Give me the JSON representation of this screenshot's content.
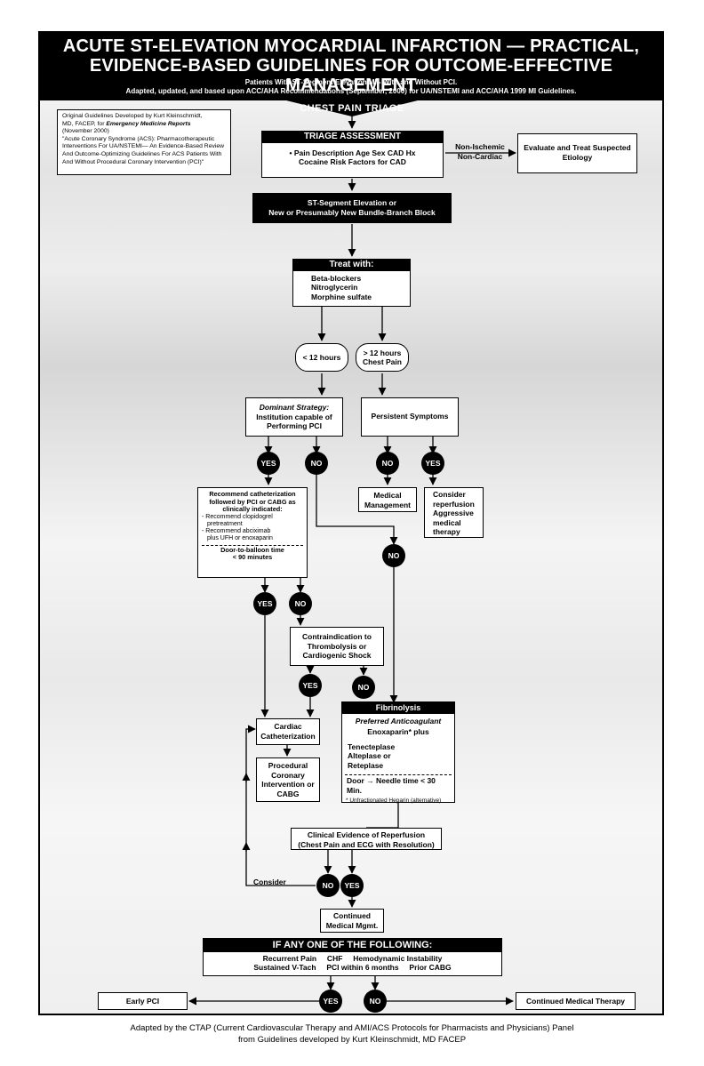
{
  "header": {
    "title_line1": "ACUTE ST-ELEVATION MYOCARDIAL INFARCTION — PRACTICAL,",
    "title_line2": "EVIDENCE-BASED GUIDELINES FOR OUTCOME-EFFECTIVE MANAGEMENT",
    "subtitle1": "Patients With ST-Segment Elevation MI - With and Without PCI.",
    "subtitle2": "Adapted, updated, and based upon ACC/AHA Recommendations (September, 2000) for UA/NSTEMI and ACC/AHA 1999 MI Guidelines."
  },
  "section_title": "CHEST PAIN TRIAGE",
  "original_note": {
    "line1": "Original Guidelines Developed by Kurt Kleinschmidt,",
    "line2a": "MD, FACEP, for ",
    "line2b": "Emergency Medicine Reports",
    "line3": "(November 2000)",
    "line4": "\"Acute Coronary Syndrome (ACS): Pharmacotherapeutic",
    "line5": "Interventions For UA/NSTEMI— An Evidence-Based Review",
    "line6": "And Outcome-Optimizing Guidelines For ACS Patients With",
    "line7": "And Without Procedural Coronary Intervention (PCI)\""
  },
  "triage": {
    "header": "TRIAGE ASSESSMENT",
    "line1": "•  Pain Description    Age    Sex    CAD Hx",
    "line2": "Cocaine    Risk Factors for CAD"
  },
  "non_ischemic": {
    "line1": "Non-Ischemic",
    "line2": "Non-Cardiac"
  },
  "evaluate": {
    "line1": "Evaluate and Treat Suspected",
    "line2": "Etiology"
  },
  "st_block": {
    "line1": "ST-Segment Elevation or",
    "line2": "New or Presumably New Bundle-Branch Block"
  },
  "treat": {
    "header": "Treat with:",
    "items": [
      "Beta-blockers",
      "Nitroglycerin",
      "Morphine sulfate"
    ]
  },
  "le12": {
    "line1": "< 12 hours"
  },
  "gt12": {
    "line1": "> 12 hours",
    "line2": "Chest Pain"
  },
  "dominant": {
    "line1": "Dominant Strategy:",
    "line2": "Institution capable of",
    "line3": "Performing PCI"
  },
  "persistent": "Persistent Symptoms",
  "medical_management": {
    "line1": "Medical",
    "line2": "Management"
  },
  "consider_reperfusion": {
    "lines": [
      "Consider",
      "reperfusion",
      "Aggressive",
      "medical",
      "therapy"
    ]
  },
  "recommend": {
    "line1": "Recommend catheterization",
    "line2": "followed by PCI or CABG as",
    "line3": "clinically indicated:",
    "b1a": "- Recommend clopidogrel",
    "b1b": "  pretreatment",
    "b2a": "- Recommend abciximab",
    "b2b": "  plus UFH or enoxaparin",
    "d1": "Door-to-balloon time",
    "d2": "< 90 minutes"
  },
  "contraindication": {
    "line1": "Contraindication to",
    "line2": "Thrombolysis or",
    "line3": "Cardiogenic Shock"
  },
  "cardiac_cath": {
    "line1": "Cardiac",
    "line2": "Catheterization"
  },
  "procedural": {
    "lines": [
      "Procedural",
      "Coronary",
      "Intervention or",
      "CABG"
    ]
  },
  "fibrinolysis": {
    "header": "Fibrinolysis",
    "preferred": "Preferred Anticoagulant",
    "enox": "Enoxaparin* plus",
    "drugs": [
      "Tenecteplase",
      "Alteplase or",
      "Reteplase"
    ],
    "door": "Door → Needle  time < 30 Min.",
    "footnote": "* Unfractionated Heparin (alternative)"
  },
  "clinical": {
    "line1": "Clinical Evidence of Reperfusion",
    "line2": "(Chest Pain and ECG with Resolution)"
  },
  "consider": "Consider",
  "continued": {
    "line1": "Continued",
    "line2": "Medical Mgmt."
  },
  "any_one": {
    "header": "IF ANY ONE OF THE FOLLOWING:",
    "line1": "Recurrent Pain     CHF     Hemodynamic Instability",
    "line2": "Sustained V-Tach     PCI within 6 months     Prior CABG"
  },
  "early_pci": "Early PCI",
  "continued_therapy": "Continued Medical Therapy",
  "yes": "YES",
  "no": "NO",
  "credit": {
    "line1": "Adapted by the CTAP (Current Cardiovascular Therapy and AMI/ACS Protocols for Pharmacists and Physicians) Panel",
    "line2": "from Guidelines developed by Kurt Kleinschmidt, MD FACEP"
  }
}
